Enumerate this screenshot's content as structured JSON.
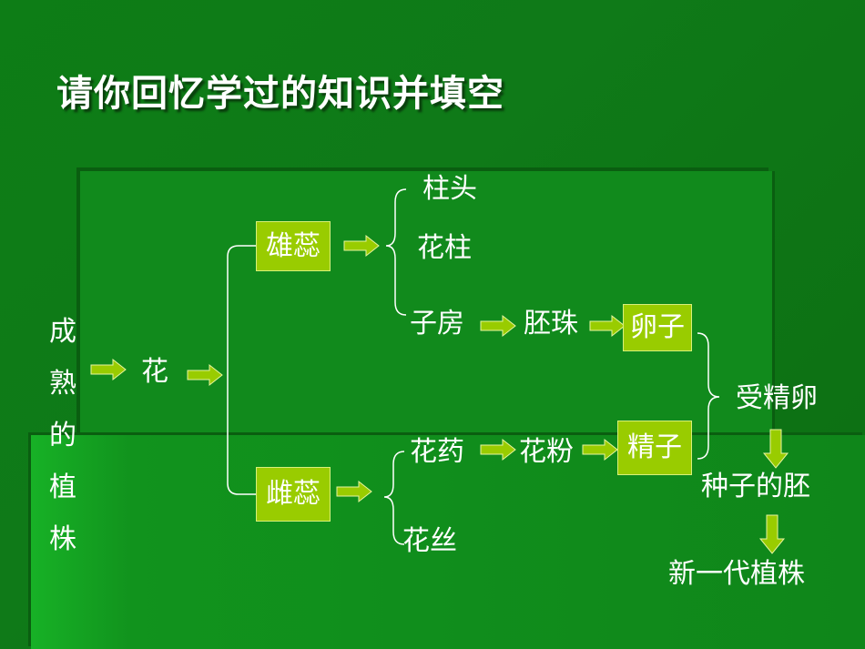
{
  "title": "请你回忆学过的知识并填空",
  "left_vertical": "成熟的植株",
  "flower": "花",
  "stamen": "雄蕊",
  "pistil": "雌蕊",
  "stigma": "柱头",
  "style": "花柱",
  "ovary": "子房",
  "ovule": "胚珠",
  "egg": "卵子",
  "anther": "花药",
  "filament": "花丝",
  "pollen": "花粉",
  "sperm": "精子",
  "fertilized_egg": "受精卵",
  "seed_embryo": "种子的胚",
  "new_plant": "新一代植株",
  "colors": {
    "arrow": "#99cc00",
    "box": "#99cc00",
    "background": "#0f7a18"
  }
}
